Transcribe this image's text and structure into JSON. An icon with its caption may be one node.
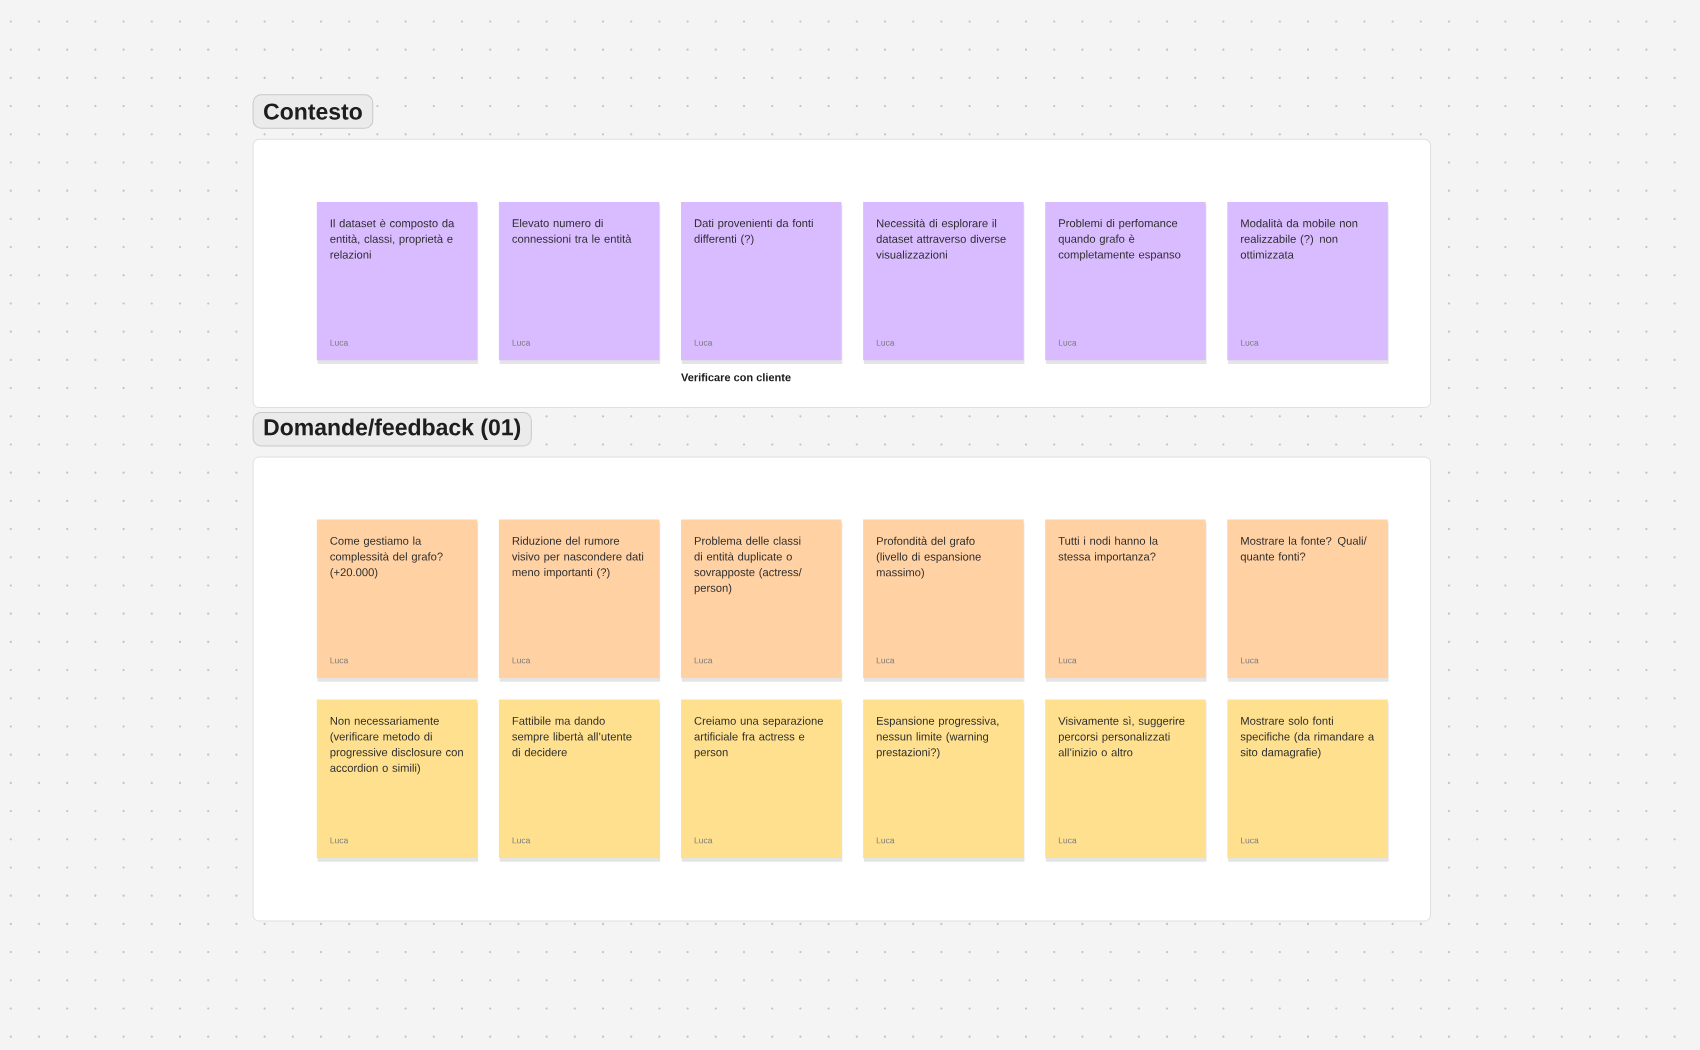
{
  "diagram": {
    "nodes": [
      {
        "text": [
          "Contesto"
        ]
      },
      {
        "text": [
          "Il dataset è composto da entità, classi, proprietà e relazioni",
          "Luca"
        ],
        "in": 0
      },
      {
        "text": [
          "Elevato numero di connessioni tra le entità",
          "Luca"
        ],
        "in": 0
      },
      {
        "text": [
          "Dati provenienti da fonti differenti (?)",
          "Luca"
        ],
        "in": 0,
        "beside": [
          "Verificare con cliente"
        ]
      },
      {
        "text": [
          "Necessità di esplorare il dataset attraverso diverse visualizzazioni",
          "Luca"
        ],
        "in": 0
      },
      {
        "text": [
          "Problemi di perfomance quando grafo è completamente espanso",
          "Luca"
        ],
        "in": 0
      },
      {
        "text": [
          "Modalità da mobile non realizzabile (?) non ottimizzata",
          "Luca"
        ],
        "in": 0
      },
      {
        "text": [
          "Domande/feedback (01)"
        ]
      },
      {
        "text": [
          "Come gestiamo la complessità del grafo? (+20.000)",
          "Luca"
        ],
        "in": 7
      },
      {
        "text": [
          "Riduzione del rumore visivo per nascondere dati meno importanti (?)",
          "Luca"
        ],
        "in": 7
      },
      {
        "text": [
          "Problema delle classi di entità duplicate o sovrapposte (actress/ person)",
          "Luca"
        ],
        "in": 7
      },
      {
        "text": [
          "Profondità del grafo (livello di espansione massimo)",
          "Luca"
        ],
        "in": 7
      },
      {
        "text": [
          "Tutti i nodi hanno la stessa importanza?",
          "Luca"
        ],
        "in": 7
      },
      {
        "text": [
          "Mostrare la fonte? Quali/ quante fonti?",
          "Luca"
        ],
        "in": 7
      },
      {
        "text": [
          "Non necessariamente (verificare metodo di progressive disclosure con accordion o simili)",
          "Luca"
        ],
        "in": 7
      },
      {
        "text": [
          "Fattibile ma dando sempre libertà all’utente di decidere",
          "Luca"
        ],
        "in": 7
      },
      {
        "text": [
          "Creiamo una separazione artificiale fra actress e person",
          "Luca"
        ],
        "in": 7
      },
      {
        "text": [
          "Espansione progressiva, nessun limite (warning prestazioni?)",
          "Luca"
        ],
        "in": 7
      },
      {
        "text": [
          "Visivamente sì, suggerire percorsi personalizzati all’inizio o altro",
          "Luca"
        ],
        "in": 7
      },
      {
        "text": [
          "Mostrare solo fonti specifiche (da rimandare a sito damagrafie)",
          "Luca"
        ],
        "in": 7
      }
    ]
  }
}
